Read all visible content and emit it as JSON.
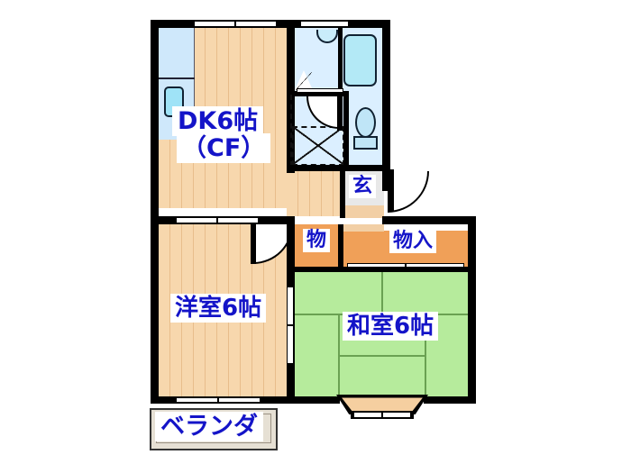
{
  "plan": {
    "type": "apartment-floor-plan",
    "layout_code": "2DK",
    "background": "#ffffff",
    "text_color": "#1414c8",
    "wall_color": "#000000",
    "colors": {
      "wood_floor": "#f7d7ad",
      "tatami": "#b6eb9c",
      "water_area": "#dbefff",
      "closet": "#f0a058",
      "entry": "#e8e8e8",
      "veranda": "#e6e0d4",
      "fixture": "#bfe9f7"
    },
    "rooms": [
      {
        "id": "dk",
        "label_line1": "DK6帖",
        "label_line2": "（CF）",
        "floor": "wood_floor",
        "note": "Dining kitchen, 6 tatami, CF flooring"
      },
      {
        "id": "western-room",
        "label": "洋室6帖",
        "floor": "wood_floor",
        "note": "Western style room, 6 tatami"
      },
      {
        "id": "japanese-room",
        "label": "和室6帖",
        "floor": "tatami",
        "note": "Japanese style room, 6 tatami"
      },
      {
        "id": "entrance",
        "label": "玄",
        "floor": "entry",
        "note": "Genkan entrance"
      },
      {
        "id": "storage-small",
        "label": "物",
        "floor": "closet",
        "note": "Small storage"
      },
      {
        "id": "closet",
        "label": "物入",
        "floor": "closet",
        "note": "Closet / oshiire"
      },
      {
        "id": "veranda",
        "label": "ベランダ",
        "floor": "veranda",
        "note": "Balcony"
      }
    ],
    "fixtures": [
      {
        "id": "kitchen-sink",
        "name": "sink-fixture"
      },
      {
        "id": "kitchen-counter",
        "name": "counter-fixture"
      },
      {
        "id": "bathtub",
        "name": "bathtub-fixture"
      },
      {
        "id": "washbasin",
        "name": "washbasin-fixture"
      },
      {
        "id": "toilet",
        "name": "toilet-fixture"
      },
      {
        "id": "washing-machine",
        "name": "washing-machine-space"
      },
      {
        "id": "bay-window",
        "name": "bay-window"
      }
    ]
  }
}
